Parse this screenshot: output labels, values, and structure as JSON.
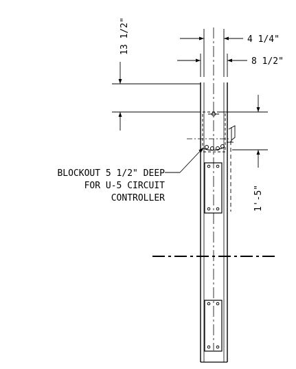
{
  "dimensions": {
    "width_inner": "4 1/4\"",
    "width_outer": "8 1/2\"",
    "top_offset": "13 1/2\"",
    "blockout_height": "1'-5\""
  },
  "note": {
    "line1": "BLOCKOUT 5 1/2\" DEEP",
    "line2": "FOR U-5 CIRCUIT",
    "line3": "CONTROLLER"
  }
}
